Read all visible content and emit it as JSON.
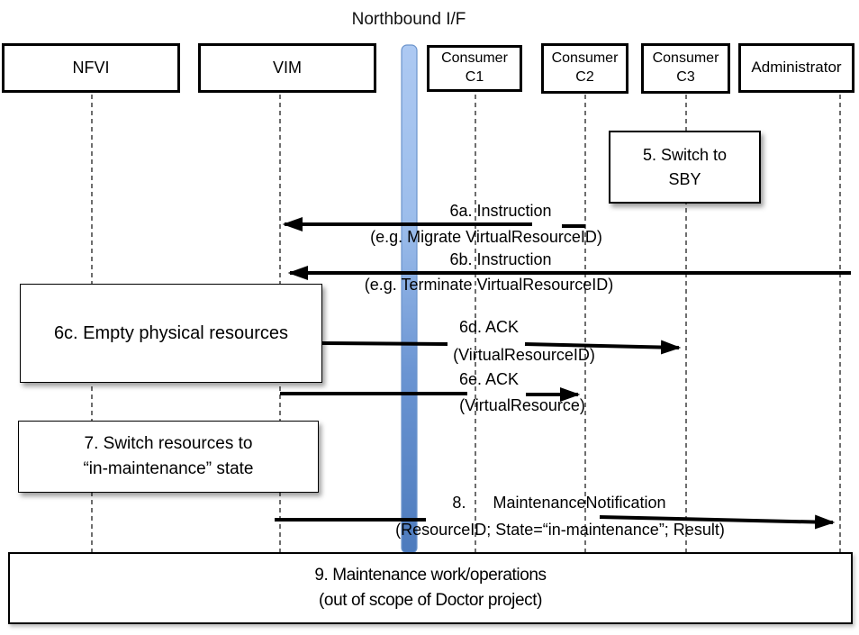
{
  "diagram": {
    "title": "Northbound I/F",
    "colors": {
      "bar_top": "#adc9f2",
      "bar_upper_mid": "#9cbdeb",
      "bar_lower_mid": "#6a94d2",
      "bar_bottom": "#4d7bbd",
      "bar_border": "#6b94cc",
      "arrow": "#000000",
      "lifeline": "#303030"
    },
    "actors": [
      {
        "label": "NFVI"
      },
      {
        "label": "VIM"
      },
      {
        "label": "Consumer\nC1"
      },
      {
        "label": "Consumer\nC2"
      },
      {
        "label": "Consumer\nC3"
      },
      {
        "label": "Administrator"
      }
    ],
    "notes": [
      {
        "label": "5. Switch to\nSBY"
      },
      {
        "label": "6c. Empty physical resources"
      },
      {
        "label": "7. Switch resources to\n“in-maintenance” state"
      },
      {
        "label": "9. Maintenance work/operations\n(out of scope of Doctor project)"
      }
    ],
    "messages": [
      {
        "label": "6a. Instruction"
      },
      {
        "label": "(e.g. Migrate VirtualResourceID)"
      },
      {
        "label": "6b. Instruction"
      },
      {
        "label": "(e.g. Terminate VirtualResourceID)"
      },
      {
        "label": "6d. ACK"
      },
      {
        "label": "(VirtualResourceID)"
      },
      {
        "label": "6e. ACK"
      },
      {
        "label": "(VirtualResource)"
      },
      {
        "label": "8.      MaintenanceNotification"
      },
      {
        "label": "(ResourceID; State=“in-maintenance”; Result)"
      }
    ]
  }
}
